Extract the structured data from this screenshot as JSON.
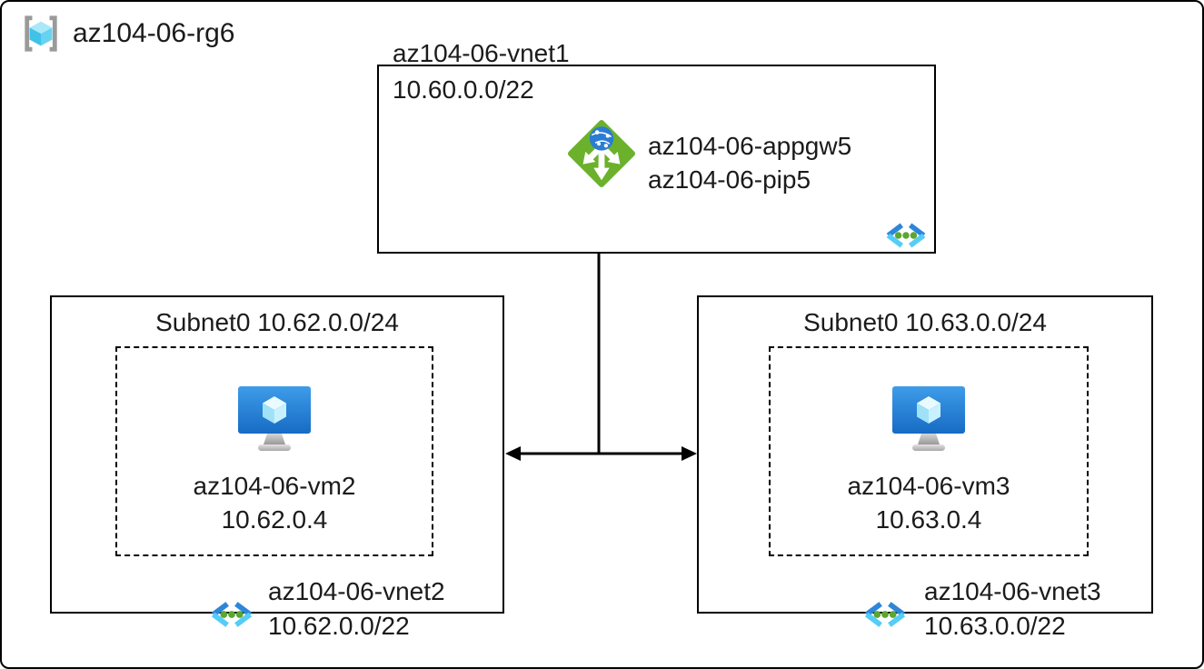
{
  "diagram": {
    "resource_group": {
      "label": "az104-06-rg6"
    },
    "vnet1": {
      "title": "az104-06-vnet1",
      "cidr": "10.60.0.0/22",
      "appgw_label": "az104-06-appgw5",
      "pip_label": "az104-06-pip5"
    },
    "vnet2": {
      "subnet_title": "Subnet0 10.62.0.0/24",
      "vm_name": "az104-06-vm2",
      "vm_ip": "10.62.0.4",
      "vnet_name": "az104-06-vnet2",
      "cidr": "10.62.0.0/22"
    },
    "vnet3": {
      "subnet_title": "Subnet0 10.63.0.0/24",
      "vm_name": "az104-06-vm3",
      "vm_ip": "10.63.0.4",
      "vnet_name": "az104-06-vnet3",
      "cidr": "10.63.0.0/22"
    },
    "icons": {
      "resource_group": "resource-group-icon",
      "application_gateway": "application-gateway-icon",
      "virtual_network": "virtual-network-icon",
      "virtual_machine": "virtual-machine-icon"
    },
    "colors": {
      "border": "#000000",
      "text": "#1b1b1b",
      "appgw_green": "#6bb12c",
      "globe_blue": "#2b7cd3",
      "vnet_dark_blue": "#2e86d8",
      "vnet_light_cyan": "#55cdf6",
      "vnet_dot_green": "#5ba630",
      "vm_monitor_blue_top": "#3e9ce9",
      "vm_monitor_blue_bottom": "#176bc4",
      "cube_cyan": "#40c1e8",
      "bracket_gray": "#9a9a9a"
    }
  }
}
